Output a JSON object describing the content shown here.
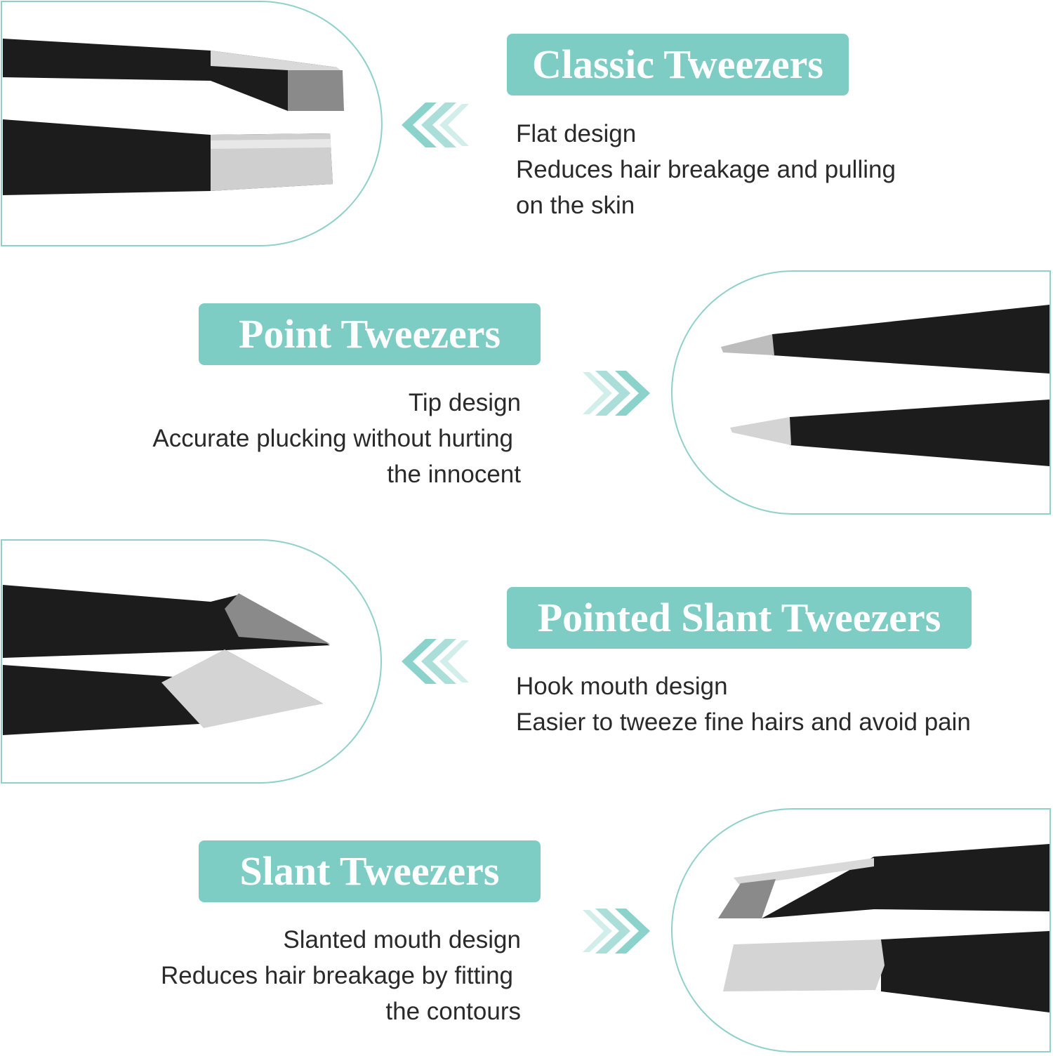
{
  "accent_color": "#7ecdc5",
  "items": [
    {
      "title": "Classic Tweezers",
      "lines": [
        "Flat design",
        "Reduces hair breakage and pulling",
        "on the skin"
      ]
    },
    {
      "title": "Point Tweezers",
      "lines": [
        "Tip design",
        "Accurate plucking without hurting",
        "the innocent"
      ]
    },
    {
      "title": "Pointed Slant Tweezers",
      "lines": [
        "Hook mouth design",
        "Easier to tweeze fine hairs and avoid pain"
      ]
    },
    {
      "title": "Slant Tweezers",
      "lines": [
        "Slanted mouth design",
        "Reduces hair breakage by fitting",
        "the contours"
      ]
    }
  ],
  "icons": {
    "image_tweezers": "tweezers-photo",
    "arrow_left": "double-chevron-left-icon",
    "arrow_right": "double-chevron-right-icon"
  }
}
